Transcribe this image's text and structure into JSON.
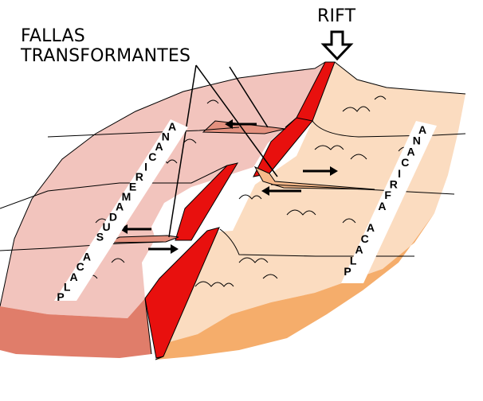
{
  "labels": {
    "transform_faults_line1": "FALLAS",
    "transform_faults_line2": "TRANSFORMANTES",
    "rift": "RIFT"
  },
  "plates": {
    "south_american": "PLACA SUDAMERICANA",
    "african": "PLACA AFRICANA"
  },
  "colors": {
    "south_american_top": "#f2c4bd",
    "south_american_side": "#e07d6a",
    "african_top": "#fbdcc0",
    "african_side": "#f5ad6b",
    "rift_red": "#e8100e",
    "outline": "#000000"
  },
  "icons": {
    "rift_arrow": "down-arrow-icon",
    "motion_arrow": "arrow-icon"
  }
}
